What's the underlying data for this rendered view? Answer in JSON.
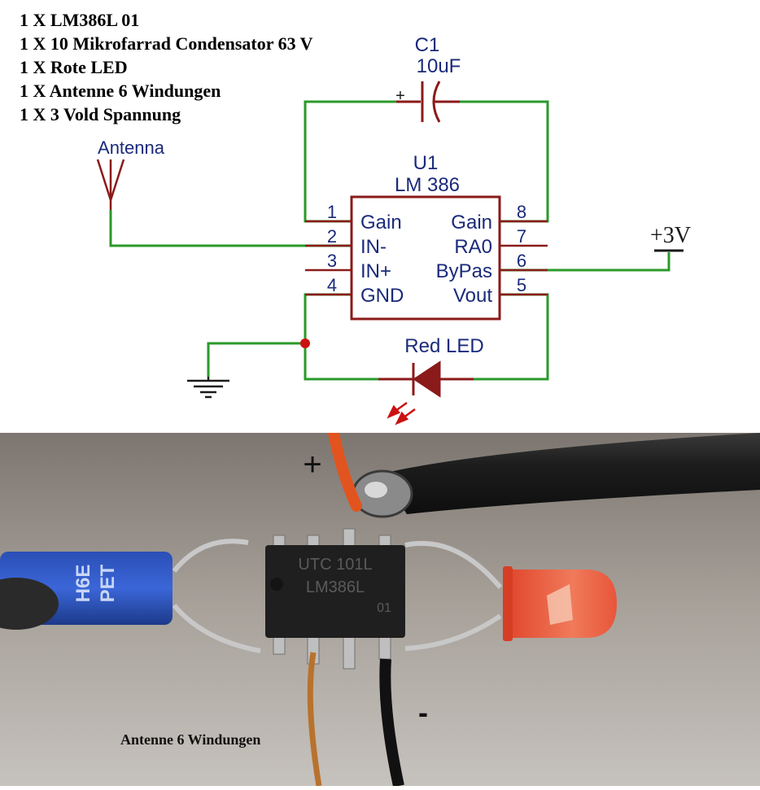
{
  "parts_list": [
    "1 X LM386L 01",
    "1 X 10 Mikrofarrad Condensator 63 V",
    "1 X Rote LED",
    "1 X Antenne 6 Windungen",
    "1 X 3 Vold Spannung"
  ],
  "schematic": {
    "capacitor": {
      "ref": "C1",
      "value": "10uF",
      "plus": "+"
    },
    "antenna_label": "Antenna",
    "ic": {
      "ref": "U1",
      "part": "LM 386",
      "left_pins": [
        {
          "num": "1",
          "name": "Gain"
        },
        {
          "num": "2",
          "name": "IN-"
        },
        {
          "num": "3",
          "name": "IN+"
        },
        {
          "num": "4",
          "name": "GND"
        }
      ],
      "right_pins": [
        {
          "num": "8",
          "name": "Gain"
        },
        {
          "num": "7",
          "name": "RA0"
        },
        {
          "num": "6",
          "name": "ByPas"
        },
        {
          "num": "5",
          "name": "Vout"
        }
      ]
    },
    "power_label": "+3V",
    "led_label": "Red LED",
    "colors": {
      "wire": "#2a9a2a",
      "component": "#8b1a1a",
      "text": "#1a2a7a",
      "junction": "#cc1111"
    }
  },
  "photo": {
    "plus_label": "+",
    "minus_label": "-",
    "antenna_caption": "Antenne 6 Windungen",
    "capacitor_print": [
      "H6E",
      "PET"
    ],
    "chip_print": [
      "UTC 101L",
      "LM386L",
      "01"
    ]
  }
}
